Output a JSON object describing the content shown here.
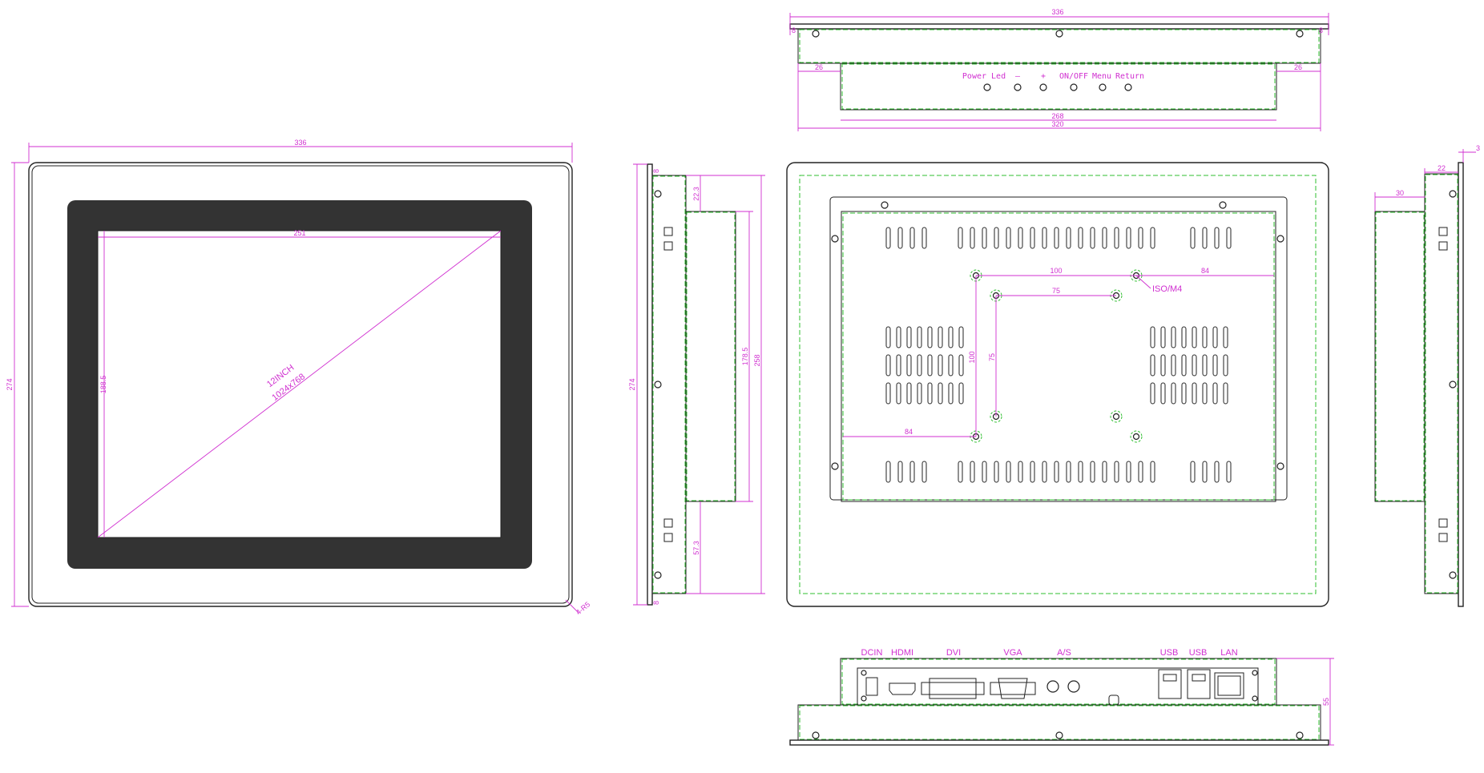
{
  "front": {
    "width": "336",
    "height": "274",
    "screen_w": "251",
    "screen_h": "188.5",
    "size": "12INCH",
    "resolution": "1024x768",
    "corner": "4-R5"
  },
  "top": {
    "width": "336",
    "inner": "320",
    "panel": "268",
    "left_off": "26",
    "right_off": "26",
    "edge_l": "8",
    "edge_r": "8",
    "buttons": [
      "Power Led",
      "—",
      "+",
      "ON/OFF",
      "Menu",
      "Return"
    ]
  },
  "left_side": {
    "height": "274",
    "outer": "258",
    "box": "178.5",
    "top_off": "22.3",
    "bot_off": "57.3",
    "edge_t": "8",
    "edge_b": "8"
  },
  "back": {
    "vesa_large": "100",
    "vesa_small": "75",
    "vesa_large_v": "100",
    "vesa_small_v": "75",
    "off_right": "84",
    "off_left": "84",
    "screw": "ISO/M4"
  },
  "right_side": {
    "depth": "22",
    "box": "30",
    "edge": "3"
  },
  "bottom": {
    "height": "55",
    "ports": [
      "DCIN",
      "HDMI",
      "DVI",
      "VGA",
      "A/S",
      "USB",
      "USB",
      "LAN"
    ]
  }
}
